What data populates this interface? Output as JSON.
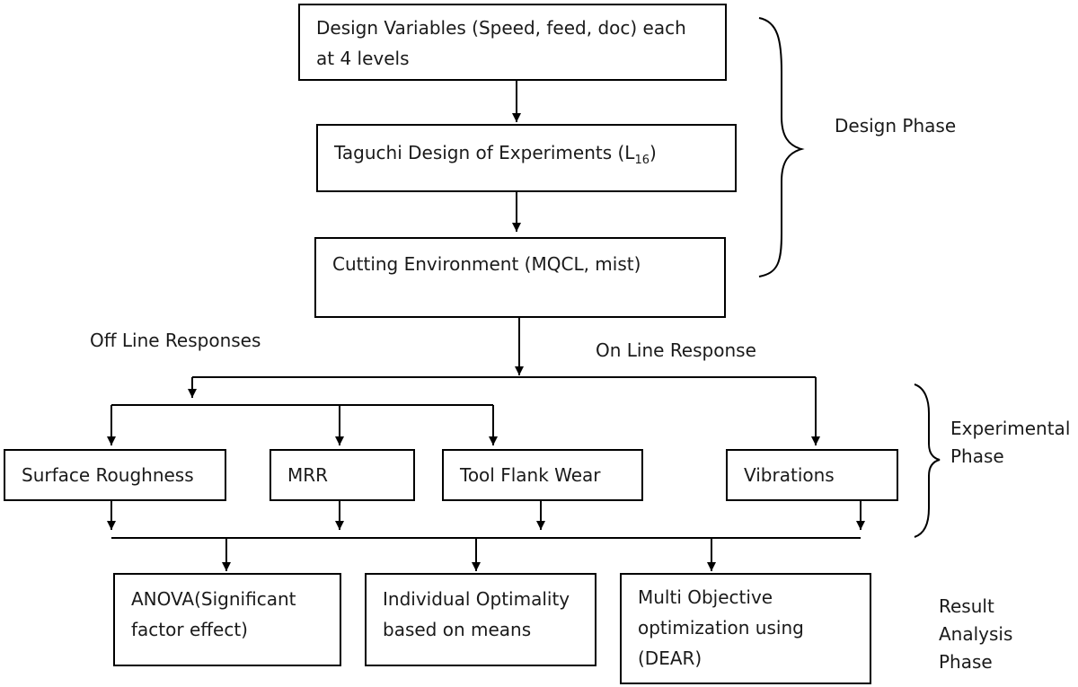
{
  "design": {
    "variables": [
      "Design Variables (Speed, feed, doc) each",
      "at 4 levels"
    ],
    "taguchi": {
      "prefix": "Taguchi Design of Experiments (L",
      "subscript": "16",
      "suffix": ")"
    },
    "environment": "Cutting Environment (MQCL, mist)"
  },
  "branches": {
    "offline": "Off Line Responses",
    "online": "On Line Response"
  },
  "responses": [
    "Surface Roughness",
    "MRR",
    "Tool Flank Wear",
    "Vibrations"
  ],
  "analysis": {
    "anova": [
      "ANOVA(Significant",
      "factor effect)"
    ],
    "individual": [
      "Individual Optimality",
      "based on means"
    ],
    "multi": [
      "Multi Objective",
      "optimization using",
      "(DEAR)"
    ]
  },
  "phases": {
    "design": "Design Phase",
    "experimental": [
      "Experimental",
      "Phase"
    ],
    "result": [
      "Result",
      "Analysis",
      "Phase"
    ]
  }
}
